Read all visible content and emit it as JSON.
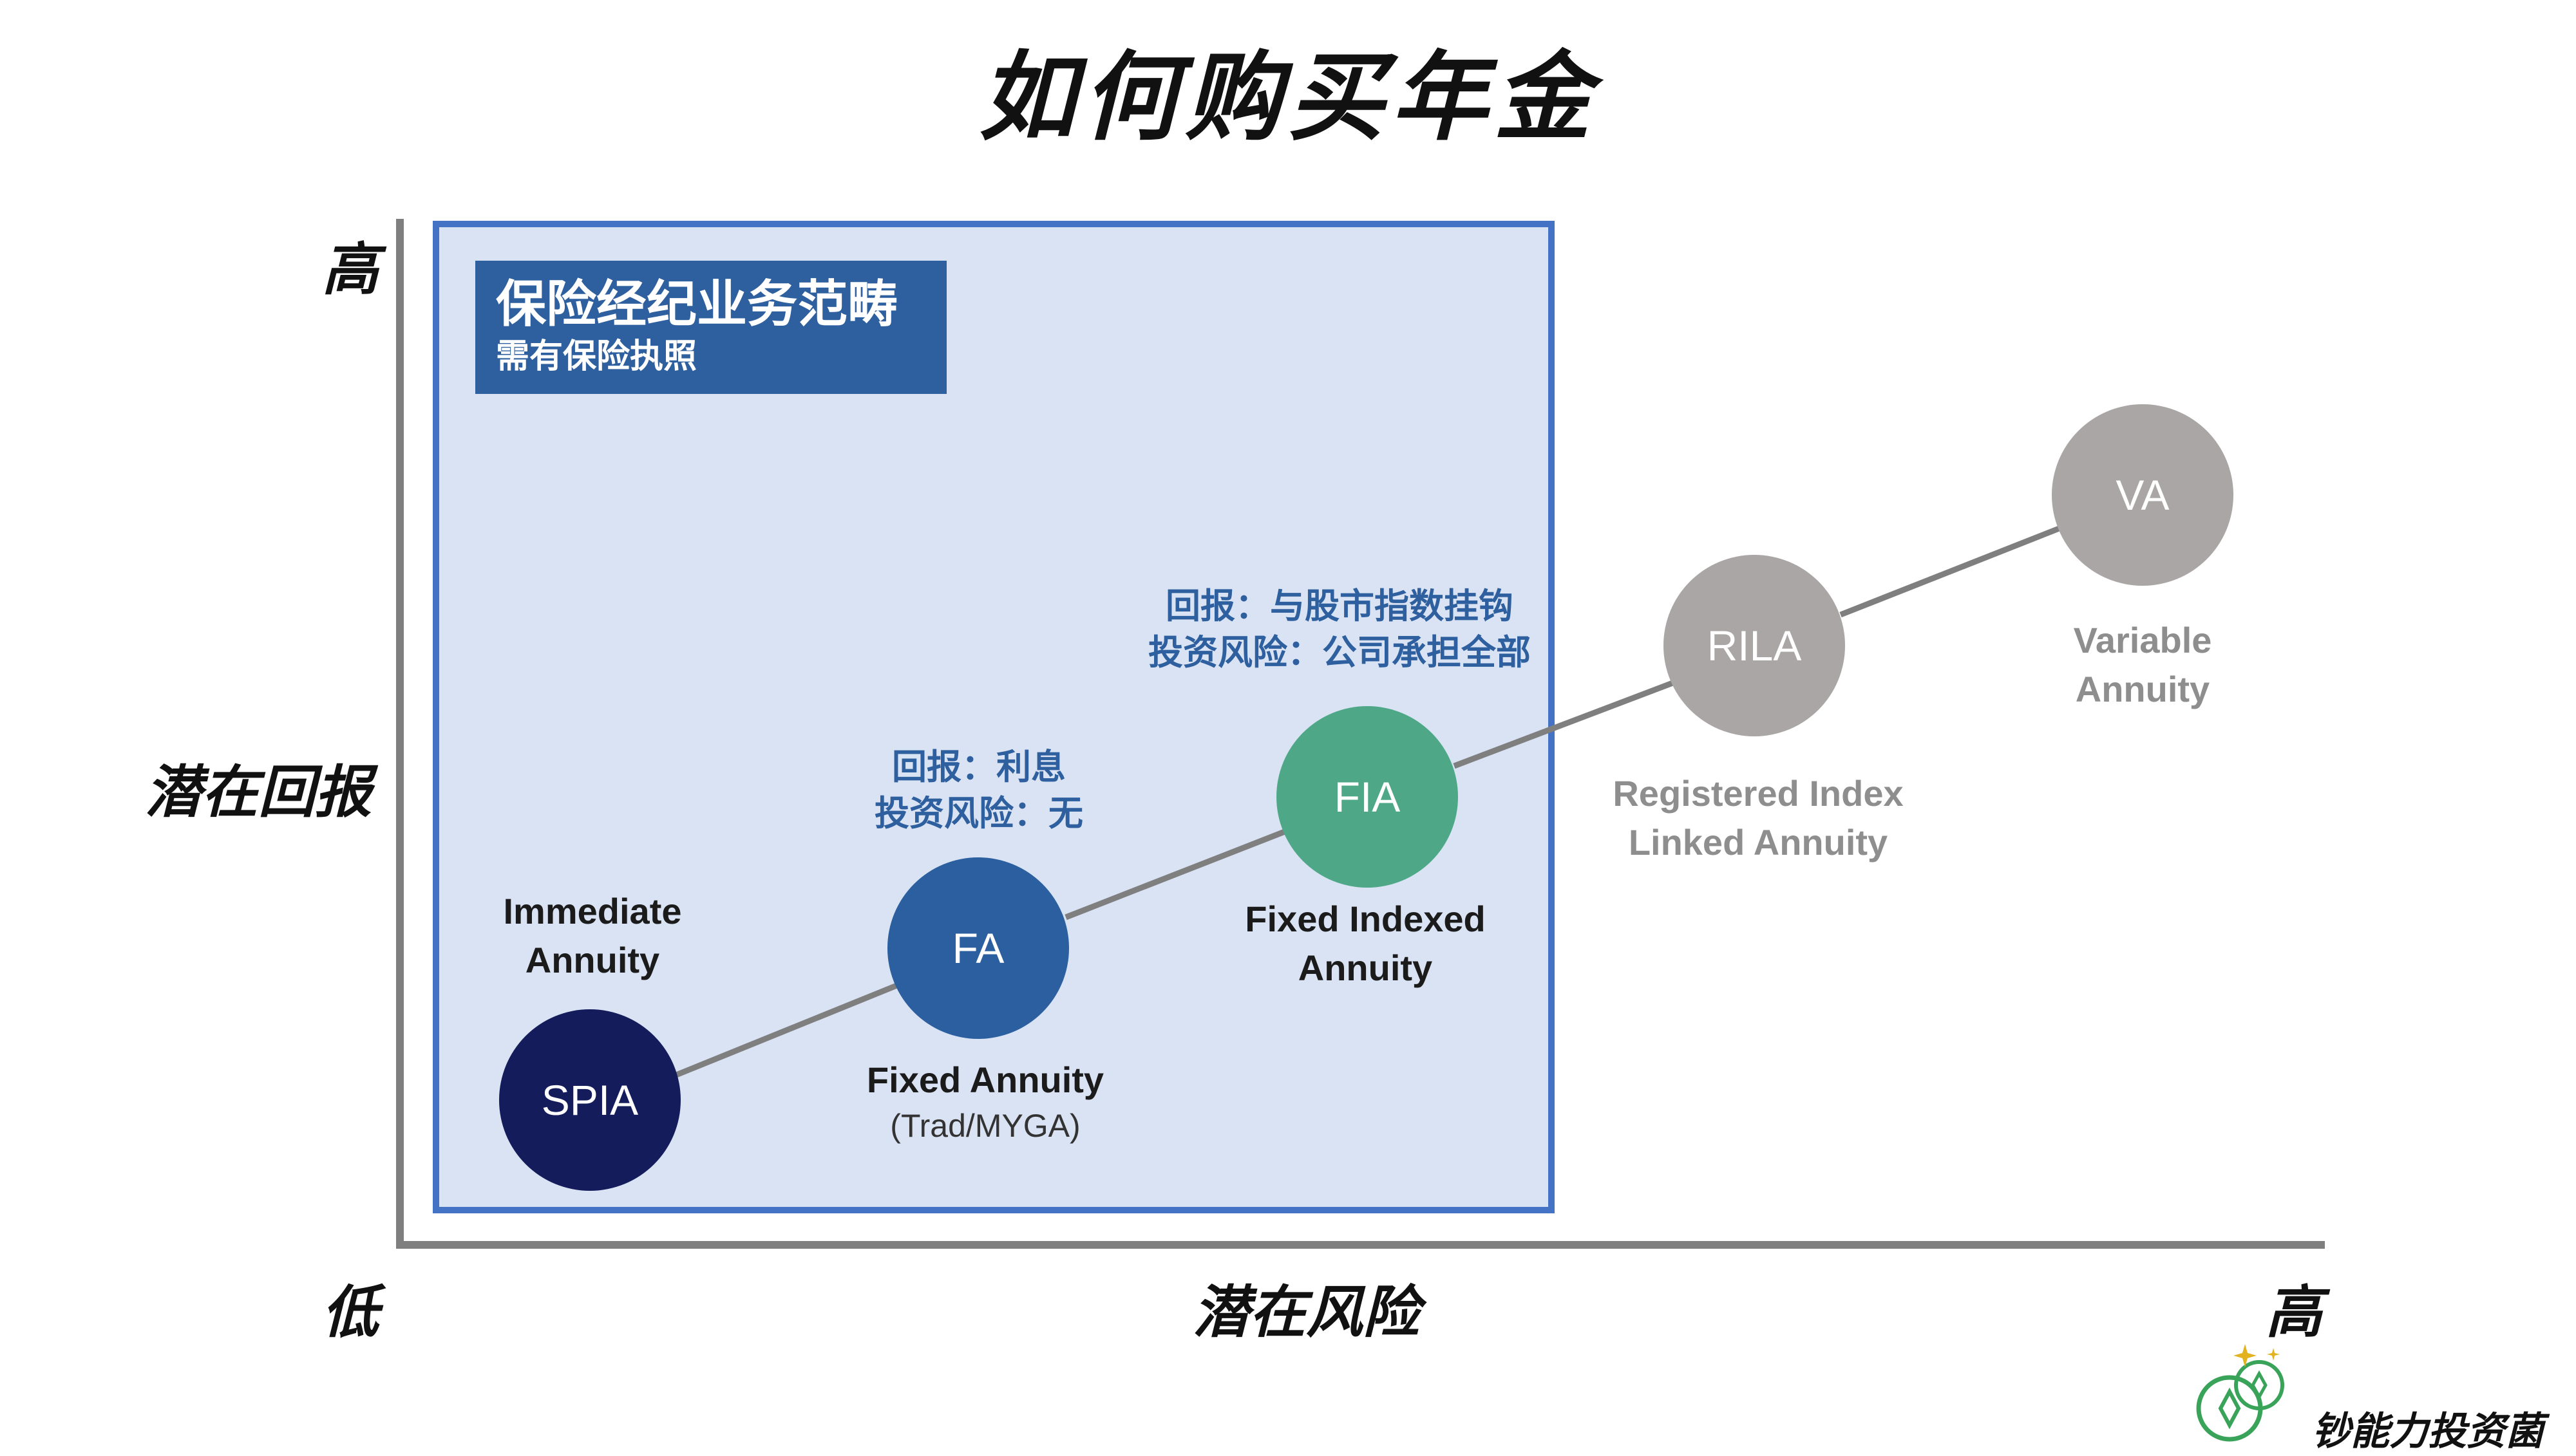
{
  "title": "如何购买年金",
  "axes": {
    "y_label": "潜在回报",
    "y_high": "高",
    "low": "低",
    "x_label": "潜在风险",
    "x_high": "高"
  },
  "scope_box": {
    "title": "保险经纪业务范畴",
    "subtitle": "需有保险执照"
  },
  "nodes": [
    {
      "abbr": "SPIA",
      "label": [
        "Immediate",
        "Annuity"
      ],
      "color": "#141c5c"
    },
    {
      "abbr": "FA",
      "label": [
        "Fixed Annuity"
      ],
      "sublabel": "(Trad/MYGA)",
      "color": "#2b5f9f"
    },
    {
      "abbr": "FIA",
      "label": [
        "Fixed Indexed",
        "Annuity"
      ],
      "color": "#4ea887"
    },
    {
      "abbr": "RILA",
      "label": [
        "Registered Index",
        "Linked Annuity"
      ],
      "color": "#a9a6a5"
    },
    {
      "abbr": "VA",
      "label": [
        "Variable",
        "Annuity"
      ],
      "color": "#a9a6a5"
    }
  ],
  "notes": {
    "fa": [
      "回报：利息",
      "投资风险：无"
    ],
    "fia": [
      "回报：与股市指数挂钩",
      "投资风险：公司承担全部"
    ]
  },
  "brand": "钞能力投资菌",
  "colors": {
    "region_fill": "#dae3f3",
    "region_border": "#4472c4",
    "scope_fill": "#2e5f9e",
    "connector": "#7f7f7f"
  }
}
